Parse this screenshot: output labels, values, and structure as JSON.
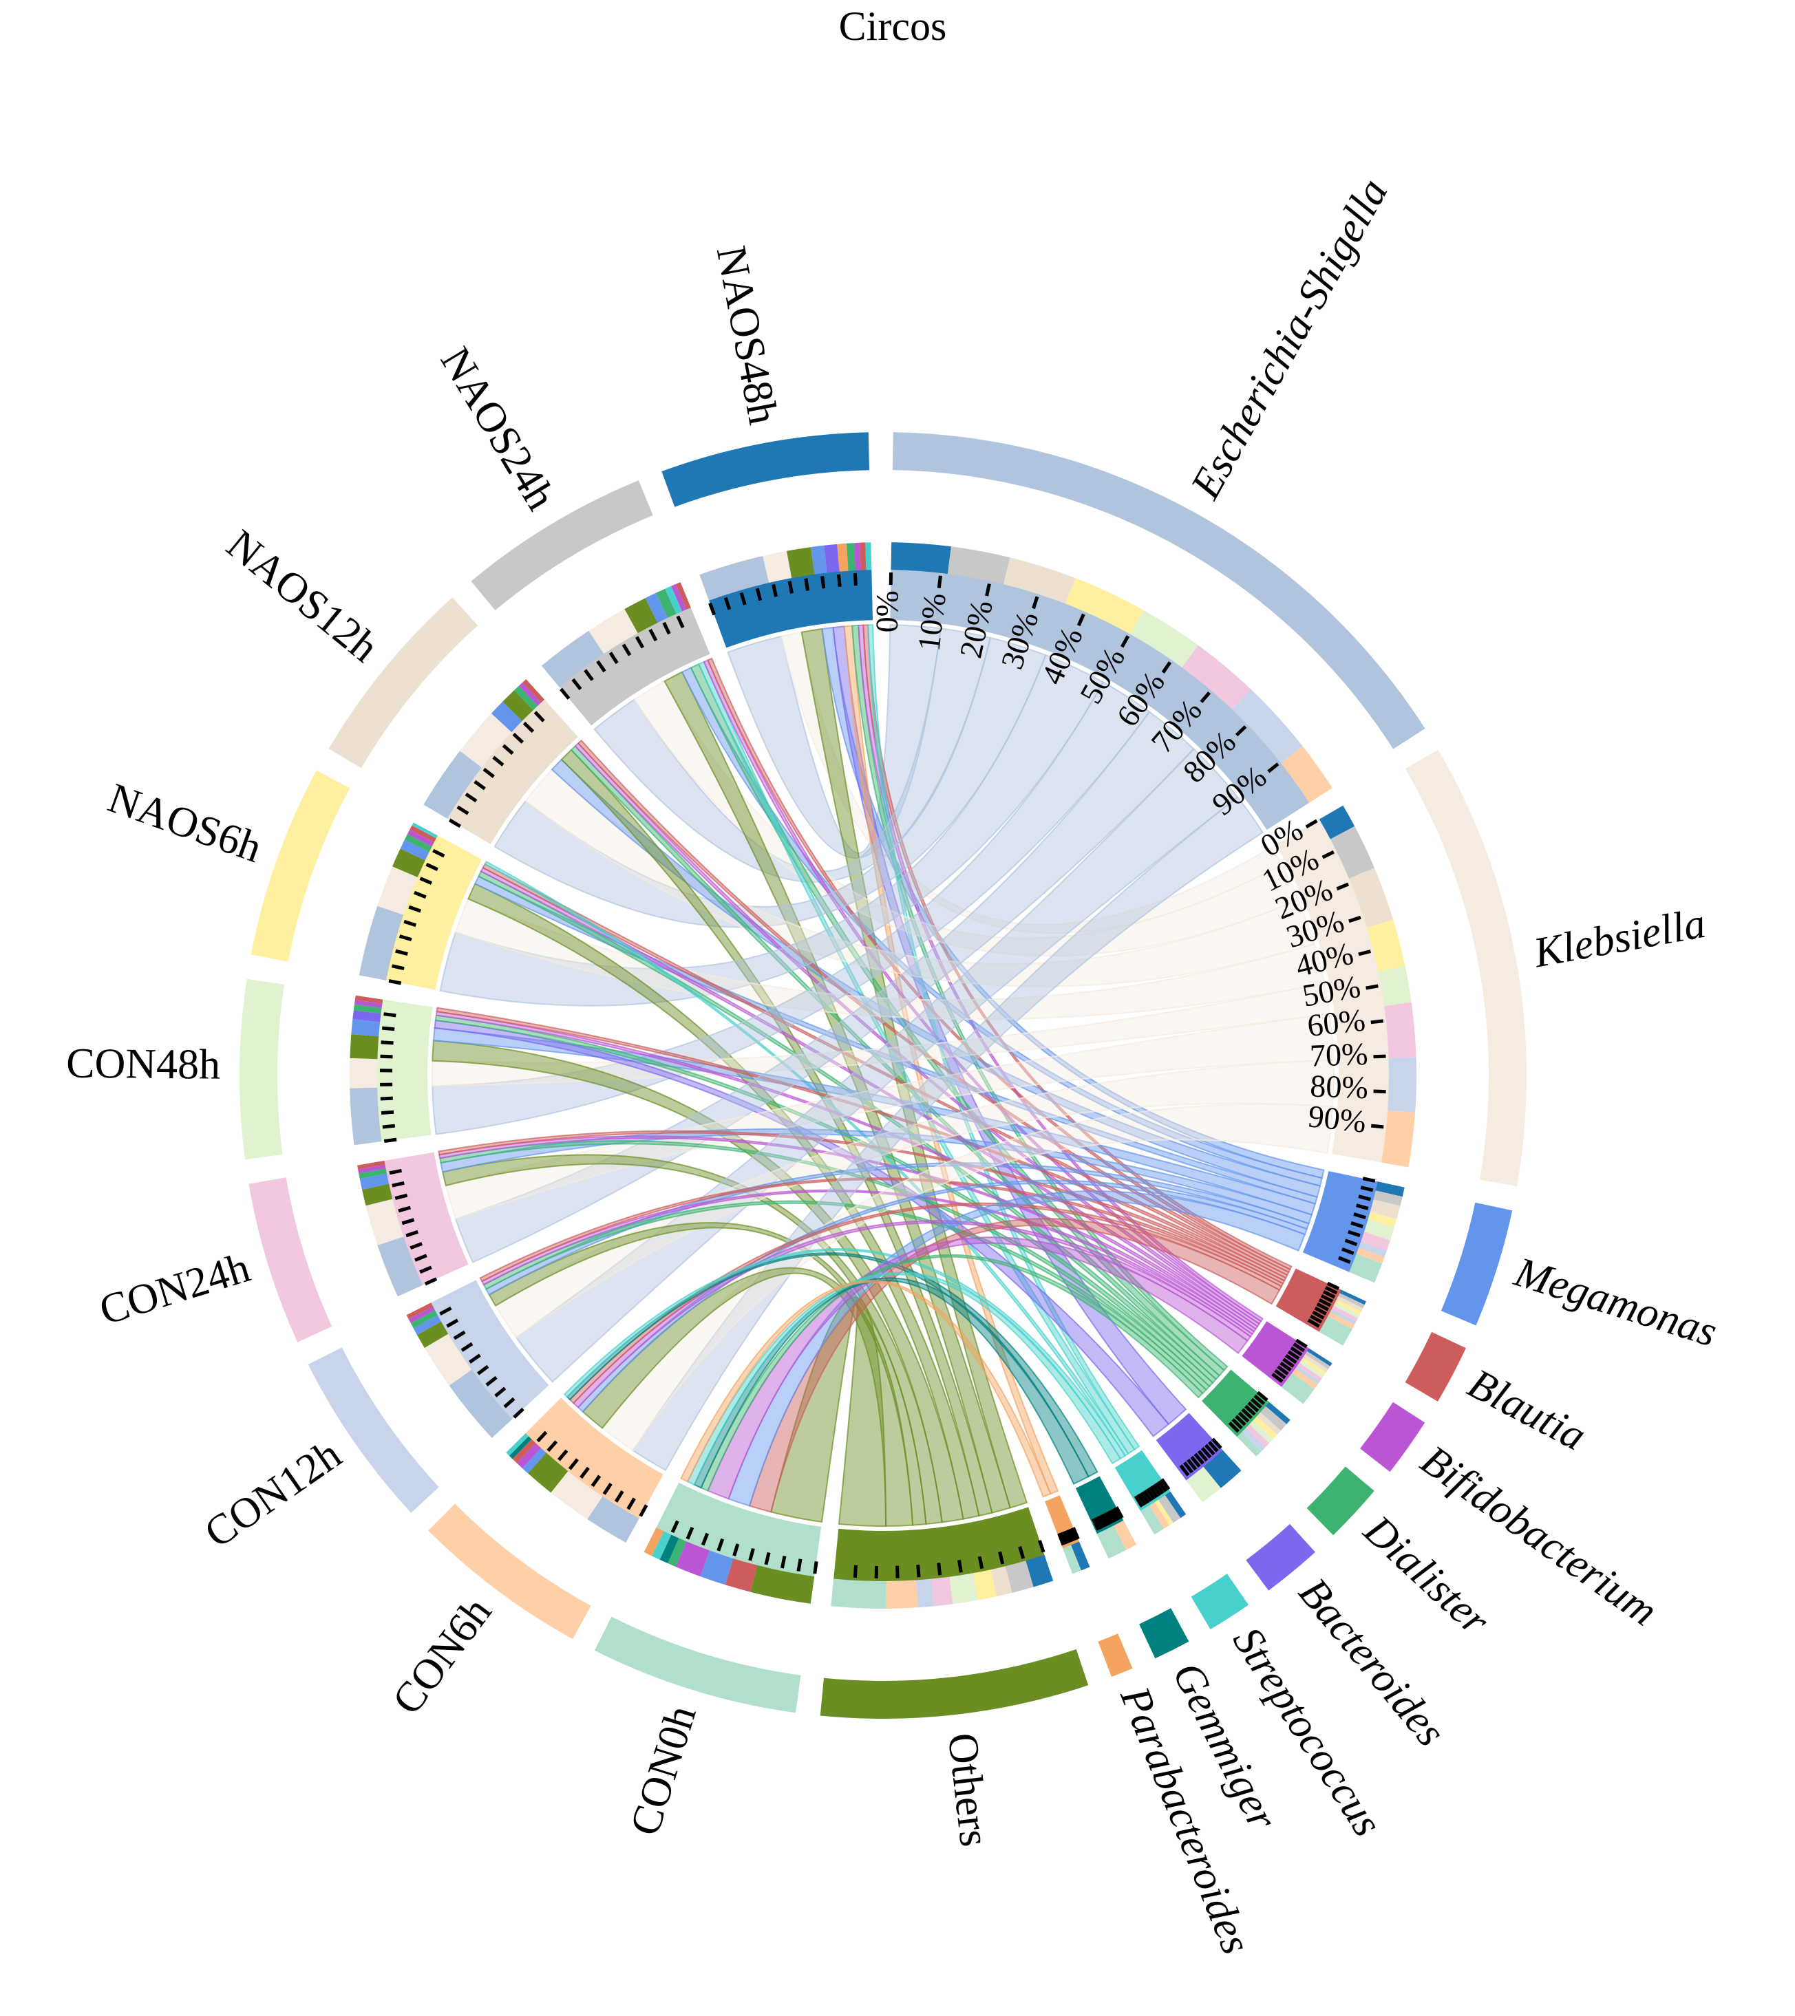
{
  "chart_data": {
    "type": "chord",
    "title": "Circos",
    "samples": [
      "NAOS48h",
      "NAOS24h",
      "NAOS12h",
      "NAOS6h",
      "CON48h",
      "CON24h",
      "CON12h",
      "CON6h",
      "CON0h"
    ],
    "genera": [
      "Escherichia-Shigella",
      "Klebsiella",
      "Megamonas",
      "Blautia",
      "Bifidobacterium",
      "Dialister",
      "Bacteroides",
      "Streptococcus",
      "Gemmiger",
      "Parabacteroides",
      "Others"
    ],
    "italic_labels": [
      "Escherichia-Shigella",
      "Klebsiella",
      "Megamonas",
      "Blautia",
      "Bifidobacterium",
      "Dialister",
      "Bacteroides",
      "Streptococcus",
      "Gemmiger",
      "Parabacteroides"
    ],
    "percent_ticks": [
      "0%",
      "10%",
      "20%",
      "30%",
      "40%",
      "50%",
      "60%",
      "70%",
      "80%",
      "90%"
    ],
    "colors": {
      "Escherichia-Shigella": "#b0c4de",
      "Klebsiella": "#f5ebe0",
      "Megamonas": "#6495ed",
      "Blautia": "#cd5c5c",
      "Bifidobacterium": "#ba55d3",
      "Dialister": "#3cb371",
      "Bacteroides": "#7b68ee",
      "Streptococcus": "#48d1cc",
      "Gemmiger": "#008080",
      "Parabacteroides": "#f4a460",
      "Others": "#6b8e23",
      "NAOS48h": "#1f77b4",
      "NAOS24h": "#c8c8c8",
      "NAOS12h": "#ede0d0",
      "NAOS6h": "#fff0a0",
      "CON48h": "#e0f2d0",
      "CON24h": "#f2c8e0",
      "CON12h": "#c8d4ea",
      "CON6h": "#ffcfa8",
      "CON0h": "#b0e0cc"
    },
    "segment_sizes": {
      "Escherichia-Shigella": 42,
      "Klebsiella": 30,
      "Megamonas": 8,
      "Blautia": 4,
      "Bifidobacterium": 4,
      "Dialister": 4,
      "Bacteroides": 4,
      "Streptococcus": 3,
      "Gemmiger": 2.5,
      "Parabacteroides": 1.5,
      "Others": 18,
      "CON0h": 14,
      "CON6h": 12,
      "CON12h": 12,
      "CON24h": 11,
      "CON48h": 12,
      "NAOS6h": 13,
      "NAOS12h": 13,
      "NAOS24h": 13,
      "NAOS48h": 14
    },
    "composition": {
      "NAOS48h": {
        "Escherichia-Shigella": 35,
        "Klebsiella": 13,
        "Others": 13,
        "Megamonas": 7,
        "Bacteroides": 7,
        "Parabacteroides": 5,
        "Dialister": 4,
        "Bifidobacterium": 3,
        "Blautia": 3,
        "Streptococcus": 3
      },
      "NAOS24h": {
        "Escherichia-Shigella": 35,
        "Klebsiella": 25,
        "Others": 14,
        "Megamonas": 7,
        "Dialister": 6,
        "Streptococcus": 4,
        "Bifidobacterium": 3,
        "Blautia": 3
      },
      "NAOS12h": {
        "Escherichia-Shigella": 40,
        "Klebsiella": 30,
        "Megamonas": 10,
        "Others": 10,
        "Dialister": 4,
        "Bifidobacterium": 3,
        "Blautia": 3
      },
      "NAOS6h": {
        "Escherichia-Shigella": 44,
        "Klebsiella": 26,
        "Others": 12,
        "Megamonas": 6,
        "Dialister": 4,
        "Bifidobacterium": 3,
        "Blautia": 3,
        "Streptococcus": 2
      },
      "CON48h": {
        "Escherichia-Shigella": 38,
        "Klebsiella": 20,
        "Others": 16,
        "Megamonas": 10,
        "Bacteroides": 6,
        "Dialister": 4,
        "Bifidobacterium": 3,
        "Blautia": 3
      },
      "CON24h": {
        "Escherichia-Shigella": 40,
        "Klebsiella": 30,
        "Others": 12,
        "Megamonas": 8,
        "Dialister": 4,
        "Bifidobacterium": 3,
        "Blautia": 3
      },
      "CON12h": {
        "Escherichia-Shigella": 45,
        "Klebsiella": 30,
        "Others": 10,
        "Megamonas": 5,
        "Dialister": 4,
        "Bifidobacterium": 3,
        "Blautia": 3
      },
      "CON6h": {
        "Escherichia-Shigella": 30,
        "Klebsiella": 30,
        "Others": 20,
        "Megamonas": 5,
        "Bifidobacterium": 5,
        "Blautia": 4,
        "Gemmiger": 3,
        "Streptococcus": 3
      },
      "CON0h": {
        "Others": 35,
        "Blautia": 15,
        "Megamonas": 15,
        "Bifidobacterium": 15,
        "Dialister": 5,
        "Gemmiger": 5,
        "Streptococcus": 5,
        "Parabacteroides": 5
      }
    }
  }
}
